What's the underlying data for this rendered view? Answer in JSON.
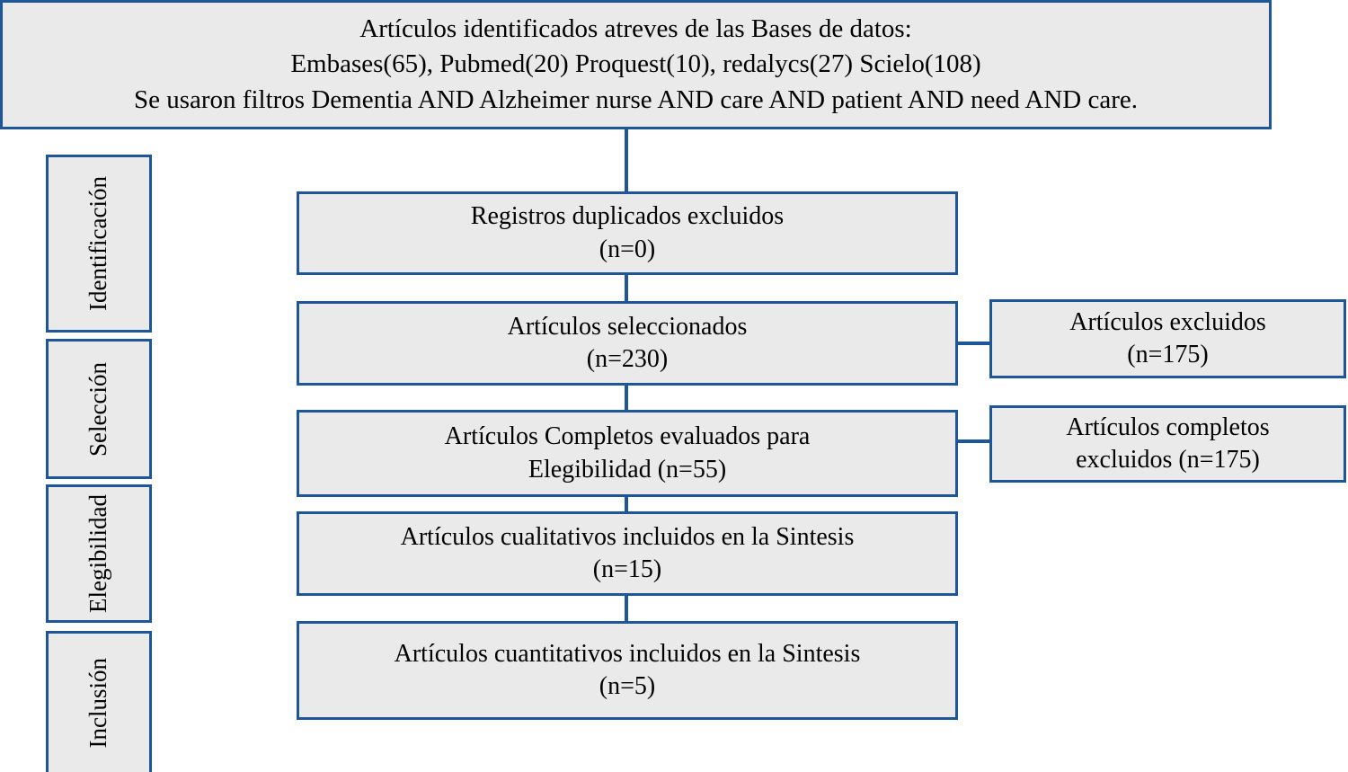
{
  "diagram": {
    "type": "prisma-flow-diagram",
    "language": "es",
    "colors": {
      "box_border": "#1f5599",
      "box_fill": "#eaeaea",
      "connector": "#1f5599",
      "text": "#000000",
      "page_background": "#ffffff"
    }
  },
  "identification": {
    "header_box": "Artículos identificados atreves de las Bases de datos:\nEmbases(65), Pubmed(20) Proquest(10), redalycs(27) Scielo(108)\nSe usaron filtros Dementia AND Alzheimer nurse AND care AND patient AND need AND care."
  },
  "stages": [
    {
      "label": "Identificación"
    },
    {
      "label": "Selección"
    },
    {
      "label": "Elegibilidad"
    },
    {
      "label": "Inclusión"
    }
  ],
  "main_flow": [
    {
      "id": "duplicates-removed",
      "text": "Registros duplicados excluidos\n(n=0)",
      "n": 0
    },
    {
      "id": "records-screened",
      "text": "Artículos seleccionados\n(n=230)",
      "n": 230
    },
    {
      "id": "fulltext-assessed",
      "text": "Artículos Completos evaluados para\nElegibilidad (n=55)",
      "n": 55
    },
    {
      "id": "qualitative-included",
      "text": "Artículos cualitativos incluidos en la Sintesis\n(n=15)",
      "n": 15
    },
    {
      "id": "quantitative-included",
      "text": "Artículos cuantitativos incluidos en la Sintesis\n(n=5)",
      "n": 5
    }
  ],
  "exclusions": [
    {
      "id": "records-excluded",
      "text": "Artículos excluidos\n(n=175)",
      "n": 175
    },
    {
      "id": "fulltext-excluded",
      "text": "Artículos completos\nexcluidos (n=175)",
      "n": 175
    }
  ],
  "chart_data": {
    "type": "table",
    "title": "Diagrama de flujo PRISMA",
    "categories": [
      "Embases",
      "Pubmed",
      "Proquest",
      "redalycs",
      "Scielo",
      "Registros duplicados excluidos",
      "Artículos seleccionados",
      "Artículos excluidos",
      "Artículos Completos evaluados para Elegibilidad",
      "Artículos completos excluidos",
      "Artículos cualitativos incluidos en la Sintesis",
      "Artículos cuantitativos incluidos en la Sintesis"
    ],
    "values": [
      65,
      20,
      10,
      27,
      108,
      0,
      230,
      175,
      55,
      175,
      15,
      5
    ],
    "xlabel": "",
    "ylabel": "n",
    "ylim": [
      0,
      230
    ]
  }
}
